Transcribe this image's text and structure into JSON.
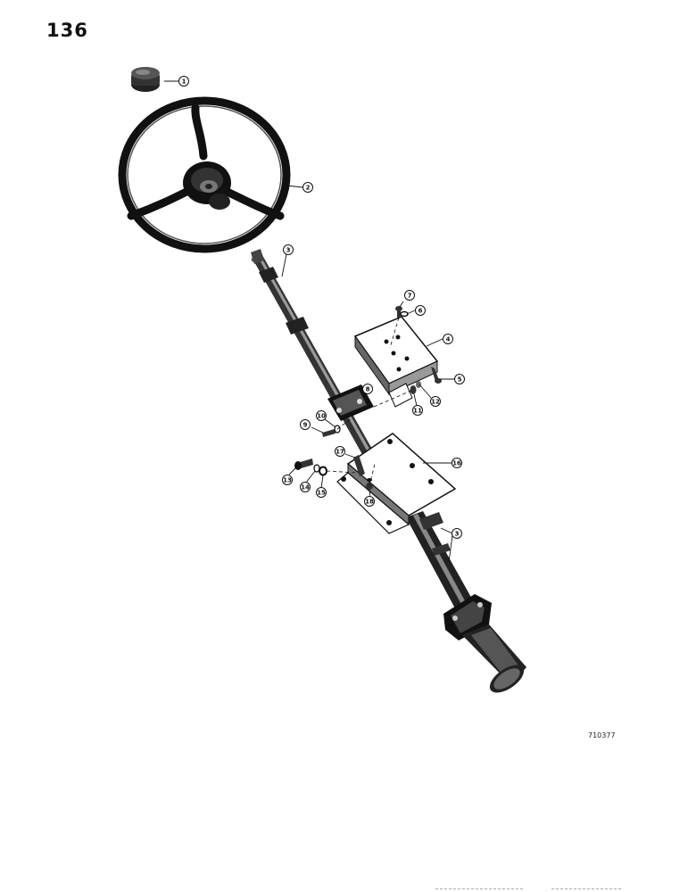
{
  "page_number": "136",
  "figure_code": "710377",
  "callouts": [
    {
      "id": "c1",
      "label": "1"
    },
    {
      "id": "c2",
      "label": "2"
    },
    {
      "id": "c3a",
      "label": "3"
    },
    {
      "id": "c3b",
      "label": "3"
    },
    {
      "id": "c4",
      "label": "4"
    },
    {
      "id": "c5",
      "label": "5"
    },
    {
      "id": "c6",
      "label": "6"
    },
    {
      "id": "c7",
      "label": "7"
    },
    {
      "id": "c8",
      "label": "8"
    },
    {
      "id": "c9",
      "label": "9"
    },
    {
      "id": "c10",
      "label": "10"
    },
    {
      "id": "c11",
      "label": "11"
    },
    {
      "id": "c12",
      "label": "12"
    },
    {
      "id": "c13",
      "label": "13"
    },
    {
      "id": "c14",
      "label": "14"
    },
    {
      "id": "c15",
      "label": "15"
    },
    {
      "id": "c16",
      "label": "16"
    },
    {
      "id": "c17",
      "label": "17"
    },
    {
      "id": "c18",
      "label": "18"
    }
  ]
}
